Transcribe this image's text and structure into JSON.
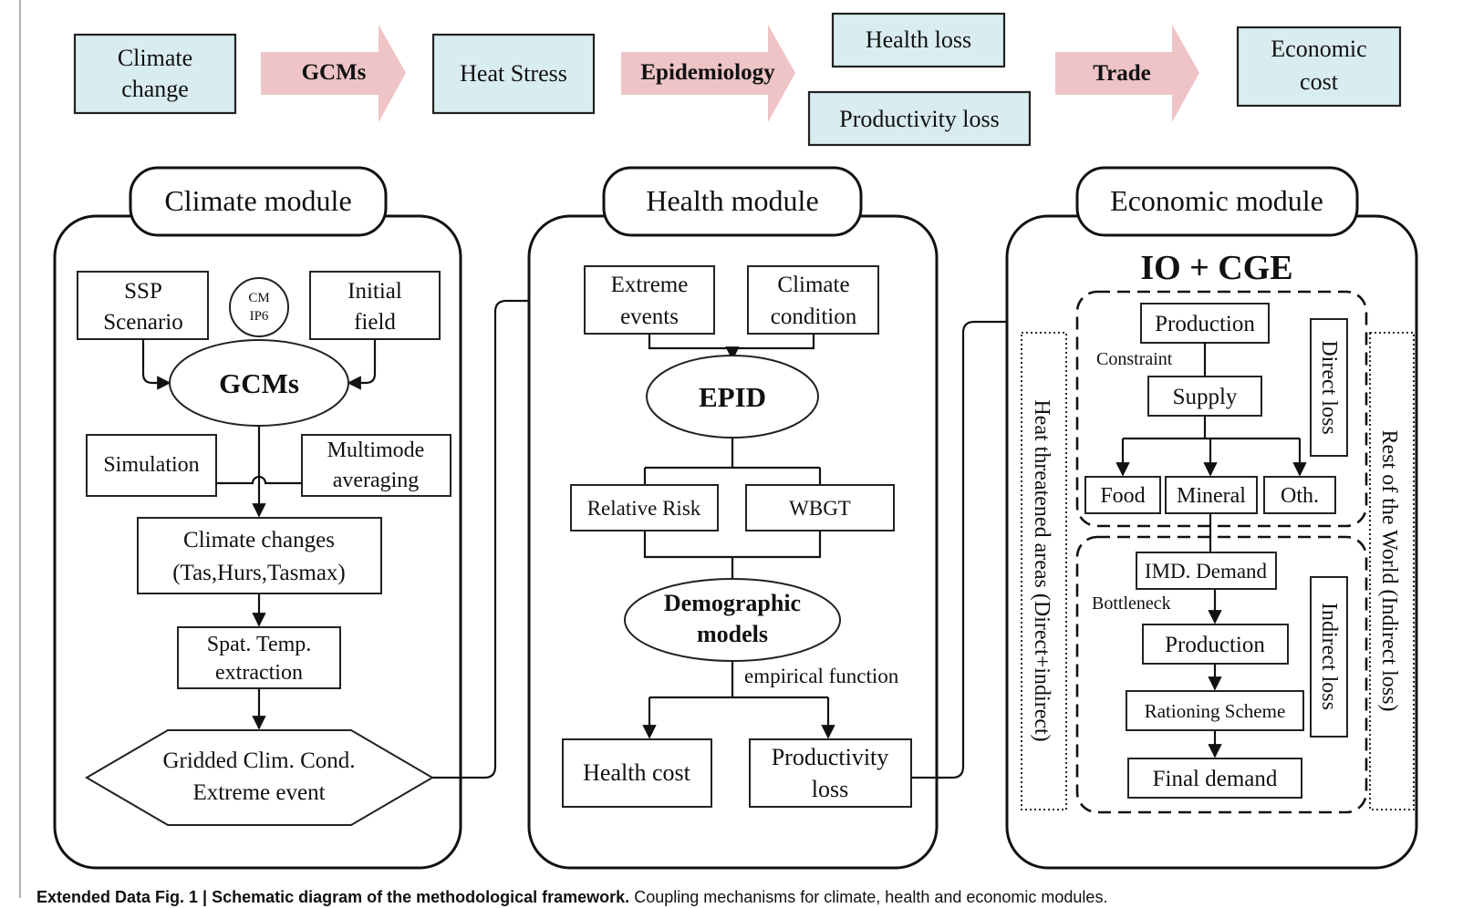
{
  "top_flow": {
    "climate_change": [
      "Climate",
      "change"
    ],
    "gcms": "GCMs",
    "heat_stress": "Heat Stress",
    "epidemiology": "Epidemiology",
    "health_loss": "Health loss",
    "productivity_loss": "Productivity loss",
    "trade": "Trade",
    "economic_cost": [
      "Economic",
      "cost"
    ]
  },
  "climate_module": {
    "title": "Climate module",
    "ssp": [
      "SSP",
      "Scenario"
    ],
    "cmip6": [
      "CM",
      "IP6"
    ],
    "initial_field": [
      "Initial",
      "field"
    ],
    "gcms": "GCMs",
    "simulation": "Simulation",
    "multimode": [
      "Multimode",
      "averaging"
    ],
    "climate_changes": [
      "Climate changes",
      "(Tas,Hurs,Tasmax)"
    ],
    "spat_temp": [
      "Spat. Temp.",
      "extraction"
    ],
    "gridded": [
      "Gridded Clim. Cond.",
      "Extreme event"
    ]
  },
  "health_module": {
    "title": "Health module",
    "extreme_events": [
      "Extreme",
      "events"
    ],
    "climate_condition": [
      "Climate",
      "condition"
    ],
    "epid": "EPID",
    "relative_risk": "Relative Risk",
    "wbgt": "WBGT",
    "demographic": [
      "Demographic",
      "models"
    ],
    "empirical": "empirical function",
    "health_cost": "Health cost",
    "productivity_loss": [
      "Productivity",
      "loss"
    ]
  },
  "economic_module": {
    "title": "Economic module",
    "io_cge": "IO + CGE",
    "production": "Production",
    "constraint": "Constraint",
    "supply": "Supply",
    "food": "Food",
    "mineral": "Mineral",
    "other": "Oth.",
    "direct_loss": "Direct loss",
    "imd_demand": "IMD. Demand",
    "bottleneck": "Bottleneck",
    "production2": "Production",
    "rationing": "Rationing Scheme",
    "final_demand": "Final demand",
    "indirect_loss": "Indirect loss",
    "heat_threatened": "Heat threatened areas (Direct+indirect)",
    "rest_of_world": "Rest of the World (Indirect loss)"
  },
  "caption": {
    "bold": "Extended Data Fig. 1 | Schematic diagram of the methodological framework.",
    "text": " Coupling mechanisms for climate, health and economic modules."
  }
}
